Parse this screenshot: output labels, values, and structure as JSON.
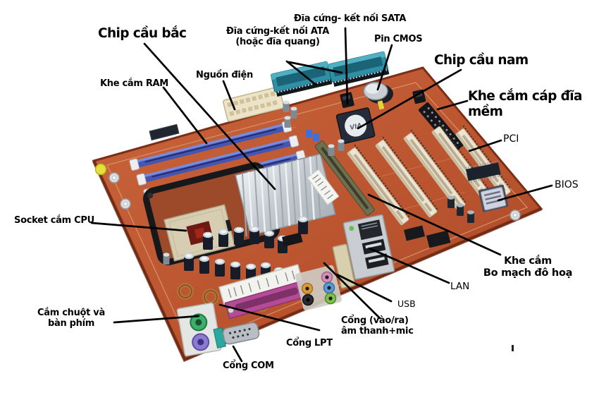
{
  "diagram": {
    "title": "Motherboard components diagram (Vietnamese)",
    "labels": {
      "sata": "Đĩa cứng- kết nối SATA",
      "chip_bac": "Chip cầu bắc",
      "ata1": "Đĩa cứng-kết nối ATA",
      "ata2": "(hoặc đĩa quang)",
      "pin_cmos": "Pin CMOS",
      "chip_nam": "Chip cầu nam",
      "nguon_dien": "Nguồn điện",
      "khe_ram": "Khe cắm RAM",
      "khe_mem1": "Khe cắm cáp đĩa",
      "khe_mem2": "mềm",
      "pci": "PCI",
      "bios": "BIOS",
      "socket_cpu": "Socket cắm CPU",
      "khe_agp1": "Khe cắm",
      "khe_agp2": "Bo mạch đô hoạ",
      "lan": "LAN",
      "usb": "USB",
      "chuot1": "Cắm chuột và",
      "chuot2": "bàn phím",
      "audio1": "Cổng (vào/ra)",
      "audio2": "âm thanh+mic",
      "lpt": "Cổng LPT",
      "com": "Cổng COM"
    },
    "board": {
      "via_logo": "VIA"
    },
    "colors": {
      "pcb": "#bf5a30",
      "pcb_dark": "#9c4a2a",
      "ram_slot": "#4456b4",
      "ide_connector": "#2f8fa6",
      "pci_slot": "#ece4d2",
      "agp_slot": "#6e6f4e",
      "heatsink": "#ccd1d6",
      "label_text": "#000000",
      "background": "#ffffff"
    }
  }
}
